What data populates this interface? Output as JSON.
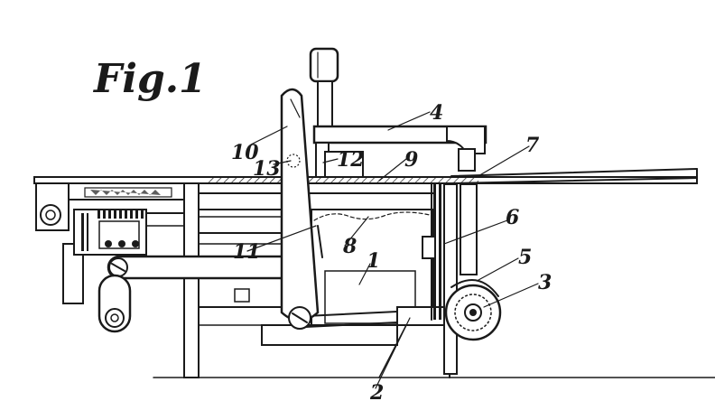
{
  "figure": {
    "title": "Fig.1",
    "labels": [
      "10",
      "13",
      "12",
      "4",
      "9",
      "7",
      "6",
      "11",
      "8",
      "1",
      "5",
      "3",
      "2"
    ]
  },
  "colors": {
    "ink": "#1a1a1a",
    "paper": "#ffffff"
  }
}
